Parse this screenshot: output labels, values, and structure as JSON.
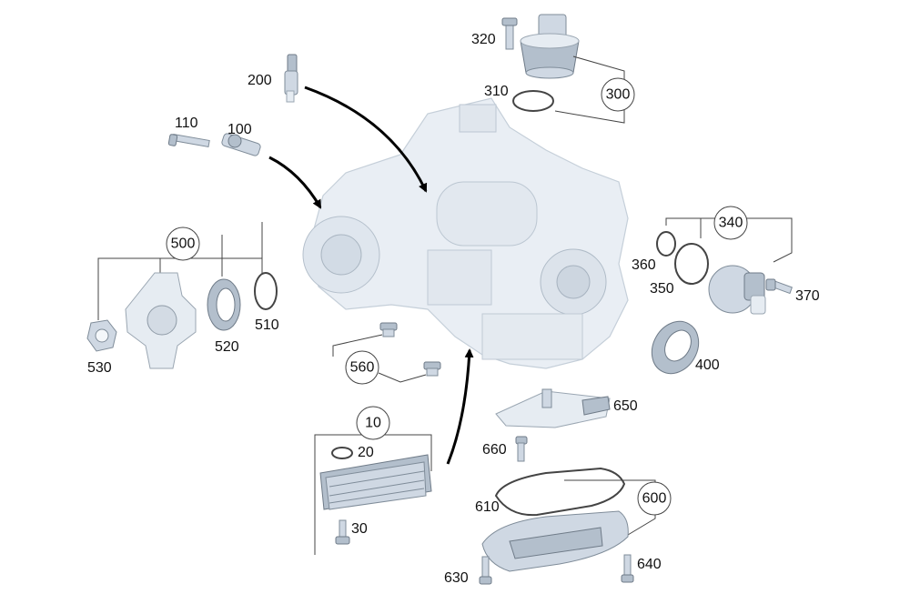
{
  "callouts": {
    "c10": "10",
    "c20": "20",
    "c30": "30",
    "c100": "100",
    "c110": "110",
    "c200": "200",
    "c300": "300",
    "c310": "310",
    "c320": "320",
    "c340": "340",
    "c350": "350",
    "c360": "360",
    "c370": "370",
    "c400": "400",
    "c500": "500",
    "c510": "510",
    "c520": "520",
    "c530": "530",
    "c560": "560",
    "c600": "600",
    "c610": "610",
    "c630": "630",
    "c640": "640",
    "c650": "650",
    "c660": "660"
  },
  "colors": {
    "part": "#cfd8e3",
    "housing": "#e9eef4",
    "arrow": "#000000"
  }
}
